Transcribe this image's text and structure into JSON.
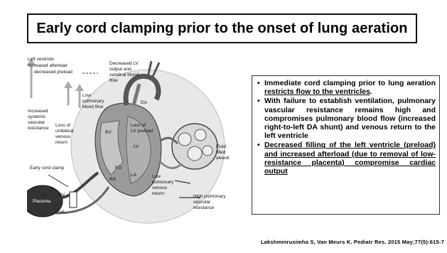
{
  "slide": {
    "title": "Early cord clamping prior to the onset of lung aeration"
  },
  "figure": {
    "labels": {
      "lv_ventricle": "Left ventricle",
      "increased_afterload": "Increased afterload",
      "decreased_preload": "decreased preload",
      "decreased_lv_output": "Decreased LV",
      "output_cerebral": "output and",
      "cerebral_flow": "cerebral blood",
      "flow": "flow",
      "low_pulm_1": "Low",
      "low_pulm_2": "pulmonary",
      "low_pulm_3": "blood flow",
      "increased_sys_1": "Increased",
      "increased_sys_2": "systemic",
      "increased_sys_3": "vascular",
      "increased_sys_4": "resistance",
      "loss_umb_1": "Loss of",
      "loss_umb_2": "umbilical",
      "loss_umb_3": "venous",
      "loss_umb_4": "return",
      "loss_lv_1": "Loss of",
      "loss_lv_2": "LV preload",
      "fluid_1": "Fluid",
      "fluid_2": "filled",
      "fluid_3": "alveoli",
      "early_clamp": "Early cord clamp",
      "placenta": "Placenta",
      "uv": "UV",
      "ua": "UA",
      "da": "DA",
      "rv": "RV",
      "lv": "LV",
      "ra": "RA",
      "la": "LA",
      "fo": "FO",
      "low_venous_1": "Low",
      "low_venous_2": "pulmonary",
      "low_venous_3": "venous",
      "low_venous_4": "return",
      "high_pvr_1": "High pulmonary",
      "high_pvr_2": "vascular",
      "high_pvr_3": "resistance"
    }
  },
  "bullets": [
    {
      "pre": "Immediate cord clamping prior to lung aeration ",
      "underlined": "restricts flow to the ventricles",
      "post": "."
    },
    {
      "pre": "With failure to establish ventilation, pulmonary vascular resistance remains high and compromises pulmonary blood flow (increased right-to-left DA shunt) and venous return to the left ventricle",
      "underlined": "",
      "post": ""
    },
    {
      "pre": "",
      "underlined": "Decreased filling of the left ventricle (preload) and increased afterload (due to removal of low-resistance placenta) compromise cardiac output",
      "post": ""
    }
  ],
  "citation": "Lakshminrusimha S, Van Meurs K. Pediatr Res. 2015 May;77(5):615-7"
}
